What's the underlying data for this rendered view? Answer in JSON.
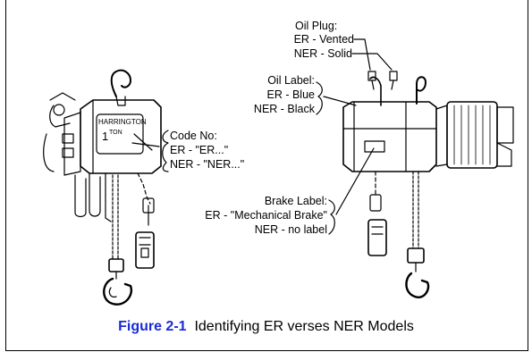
{
  "caption": {
    "figure_number": "Figure 2-1",
    "title": "Identifying ER verses NER Models"
  },
  "left_hoist": {
    "nameplate_brand": "HARRINGTON",
    "nameplate_capacity": "1",
    "nameplate_unit": "TON",
    "code_label": {
      "title": "Code No:",
      "er": "ER - \"ER...\"",
      "ner": "NER - \"NER...\""
    }
  },
  "right_hoist": {
    "oil_plug": {
      "title": "Oil Plug:",
      "er": "ER - Vented",
      "ner": "NER - Solid"
    },
    "oil_label": {
      "title": "Oil Label:",
      "er": "ER - Blue",
      "ner": "NER - Black"
    },
    "brake_label": {
      "title": "Brake Label:",
      "er": "ER - \"Mechanical Brake\"",
      "ner": "NER - no label"
    }
  }
}
